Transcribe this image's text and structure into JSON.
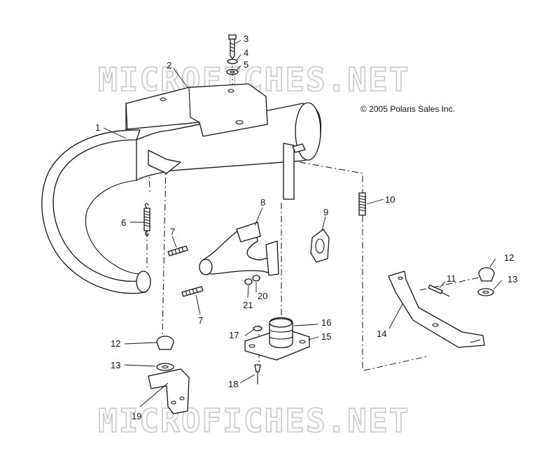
{
  "copyright": "© 2005 Polaris Sales Inc.",
  "watermark": "MICROFICHES.NET",
  "callouts": {
    "c1": "1",
    "c2": "2",
    "c3": "3",
    "c4": "4",
    "c5": "5",
    "c6": "6",
    "c7a": "7",
    "c7b": "7",
    "c8": "8",
    "c9": "9",
    "c10": "10",
    "c11": "11",
    "c12a": "12",
    "c12b": "12",
    "c13a": "13",
    "c13b": "13",
    "c14": "14",
    "c15": "15",
    "c16": "16",
    "c17": "17",
    "c18": "18",
    "c19": "19",
    "c20": "20",
    "c21": "21"
  }
}
